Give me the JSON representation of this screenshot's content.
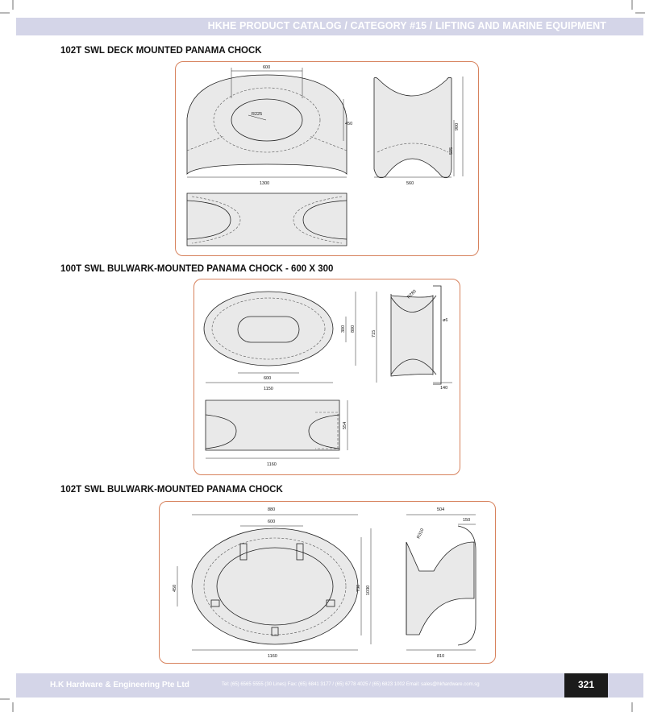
{
  "header": {
    "title": "HKHE PRODUCT CATALOG / CATEGORY #15 / LIFTING AND MARINE EQUIPMENT"
  },
  "sections": [
    {
      "title": "102T SWL DECK MOUNTED PANAMA CHOCK",
      "dimensions": [
        "600",
        "R225",
        "450",
        "1300",
        "900",
        "505",
        "560"
      ]
    },
    {
      "title": "100T SWL BULWARK-MOUNTED PANAMA CHOCK - 600 X 300",
      "dimensions": [
        "300",
        "800",
        "715",
        "600",
        "1150",
        "R280",
        "ø6",
        "140",
        "554",
        "1160"
      ]
    },
    {
      "title": "102T SWL BULWARK-MOUNTED PANAMA CHOCK",
      "dimensions": [
        "880",
        "600",
        "504",
        "150",
        "R310",
        "450",
        "730",
        "1030",
        "1160",
        "810"
      ]
    }
  ],
  "footer": {
    "company": "H.K Hardware & Engineering Pte Ltd",
    "contact": "Tel: (65) 6565 5555 (30 Lines)  Fax: (65) 6841 3177 / (65) 6778 4025 / (65) 6823 1002  Email: sales@hkhardware.com.sg",
    "page_number": "321"
  },
  "colors": {
    "header_bar": "#d4d5e8",
    "panel_border": "#d7825d",
    "page_number_box": "#1b1b1b"
  }
}
